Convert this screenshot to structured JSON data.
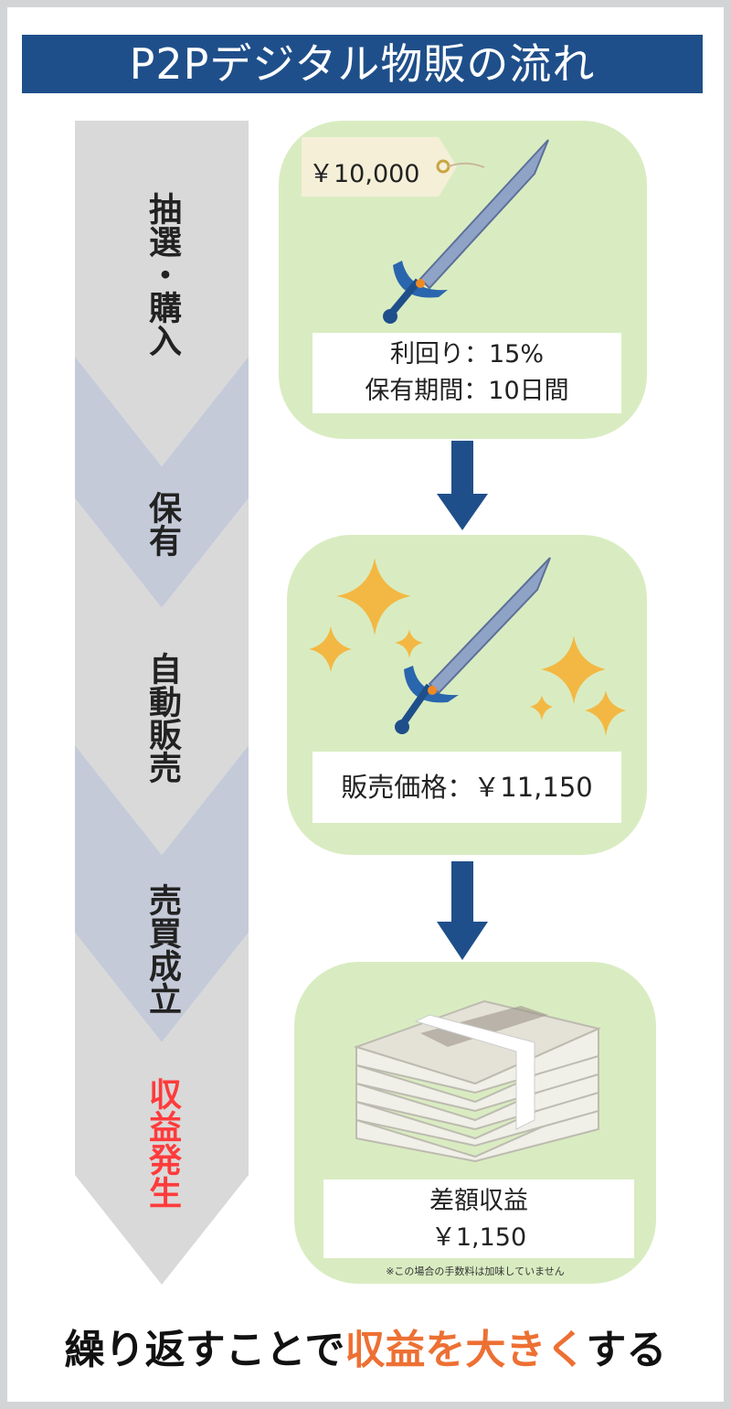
{
  "title": "P2Pデジタル物販の流れ",
  "stages": [
    {
      "label": "抽選・購入"
    },
    {
      "label": "保有"
    },
    {
      "label": "自動販売"
    },
    {
      "label": "売買成立"
    },
    {
      "label": "収益発生"
    }
  ],
  "step1": {
    "price_tag": "￥10,000",
    "yield": "利回り：15%",
    "holding": "保有期間：10日間"
  },
  "step2": {
    "sale_price": "販売価格：￥11,150"
  },
  "step3": {
    "label": "差額収益",
    "amount": "￥1,150",
    "note": "※この場合の手数料は加味していません"
  },
  "bottom": {
    "pre": "繰り返すことで",
    "highlight": "収益を大きく",
    "post": "する"
  },
  "colors": {
    "title_bg": "#1f4f8a",
    "gray": "#d9d9d9",
    "blue_gray": "#c4cad8",
    "green": "#d9ecc1",
    "arrow": "#1f4f8a",
    "red": "#ff3b3b",
    "orange": "#ed7033"
  }
}
